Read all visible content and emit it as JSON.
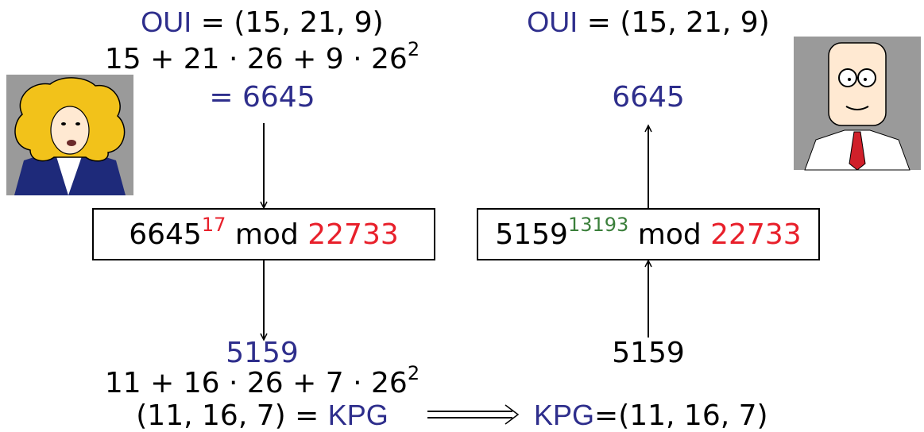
{
  "alice": {
    "oui_label": "OUI",
    "oui_eq": "= (15, 21, 9)",
    "expansion_a": "15 + 21 · 26 + 9 · 26",
    "expansion_exp": "2",
    "result": "= 6645",
    "box_base": "6645",
    "box_exp": "17",
    "box_mod": "mod",
    "box_n": "22733",
    "cipher": "5159",
    "decomp_a": "11 + 16 · 26 + 7 · 26",
    "decomp_exp": "2",
    "tuple": "(11, 16, 7) = ",
    "kpg_label": "KPG"
  },
  "bob": {
    "oui_label": "OUI",
    "oui_eq": "= (15, 21, 9)",
    "plain": "6645",
    "box_base": "5159",
    "box_exp": "13193",
    "box_mod": "mod",
    "box_n": "22733",
    "cipher": "5159",
    "kpg_label": "KPG",
    "kpg_eq": "=(11, 16, 7)"
  },
  "colors": {
    "blue": "#2e2e8c",
    "red": "#e8202b",
    "green": "#3a7f3a"
  }
}
